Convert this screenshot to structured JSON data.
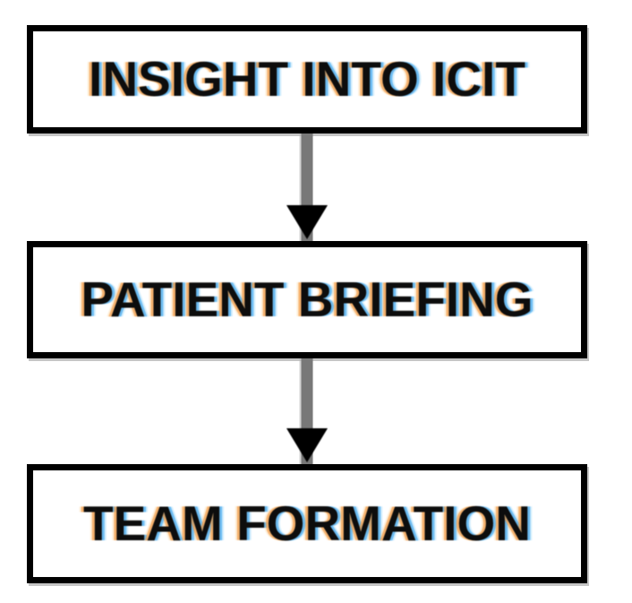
{
  "diagram": {
    "type": "flowchart",
    "orientation": "vertical",
    "background_color": "#ffffff",
    "node_fill_color": "#ffffff",
    "node_border_color": "#000000",
    "text_color": "#0d0d0d",
    "arrow_shaft_color": "#787878",
    "arrow_head_color": "#000000",
    "nodes": [
      {
        "id": "insight-into-icit",
        "label": "INSIGHT INTO ICIT"
      },
      {
        "id": "patient-briefing",
        "label": "PATIENT BRIEFING"
      },
      {
        "id": "team-formation",
        "label": "TEAM FORMATION"
      }
    ],
    "edges": [
      {
        "from": "insight-into-icit",
        "to": "patient-briefing",
        "style": "arrow-down"
      },
      {
        "from": "patient-briefing",
        "to": "team-formation",
        "style": "arrow-down"
      }
    ]
  }
}
